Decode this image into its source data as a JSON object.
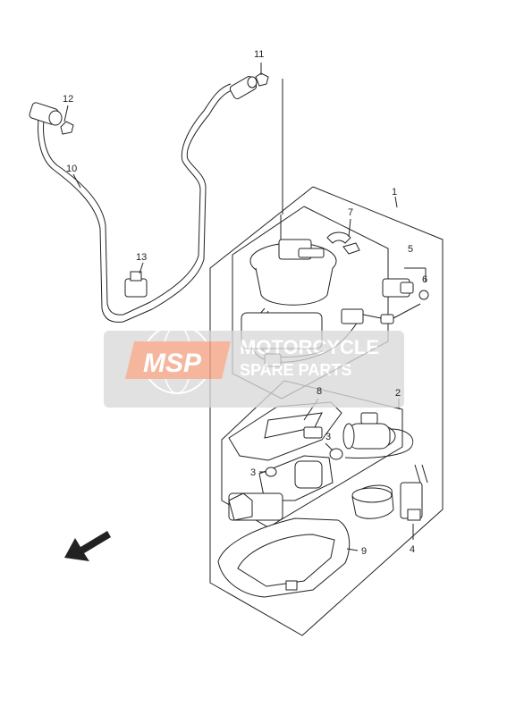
{
  "diagram": {
    "callouts": [
      "1",
      "2",
      "3",
      "3",
      "4",
      "5",
      "6",
      "7",
      "8",
      "9",
      "10",
      "11",
      "12",
      "13"
    ]
  },
  "watermark": {
    "logo_text": "MSP",
    "line1": "MOTORCYCLE",
    "line2": "SPARE PARTS",
    "colors": {
      "panel": "#d9d9d9",
      "logo": "#f4a283",
      "text": "#ffffff"
    }
  }
}
